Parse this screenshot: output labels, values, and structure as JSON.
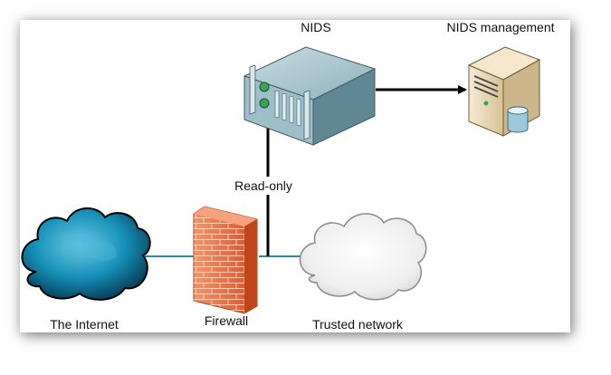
{
  "nodes": {
    "nids": {
      "label": "NIDS",
      "icon": "server-rack-icon"
    },
    "nids_management": {
      "label": "NIDS management",
      "icon": "server-tower-icon"
    },
    "internet": {
      "label": "The Internet",
      "icon": "dark-cloud-icon"
    },
    "firewall": {
      "label": "Firewall",
      "icon": "brick-firewall-icon"
    },
    "trusted_network": {
      "label": "Trusted network",
      "icon": "light-cloud-icon"
    }
  },
  "edges": {
    "tap_label": "Read-only"
  },
  "colors": {
    "internet_cloud": "#1590b8",
    "trusted_cloud": "#eeeeee",
    "firewall": "#ec6a3a",
    "server": "#7fa6b2",
    "management": "#eddcb8",
    "connection": "#2b8aa0",
    "arrow": "#000000"
  }
}
